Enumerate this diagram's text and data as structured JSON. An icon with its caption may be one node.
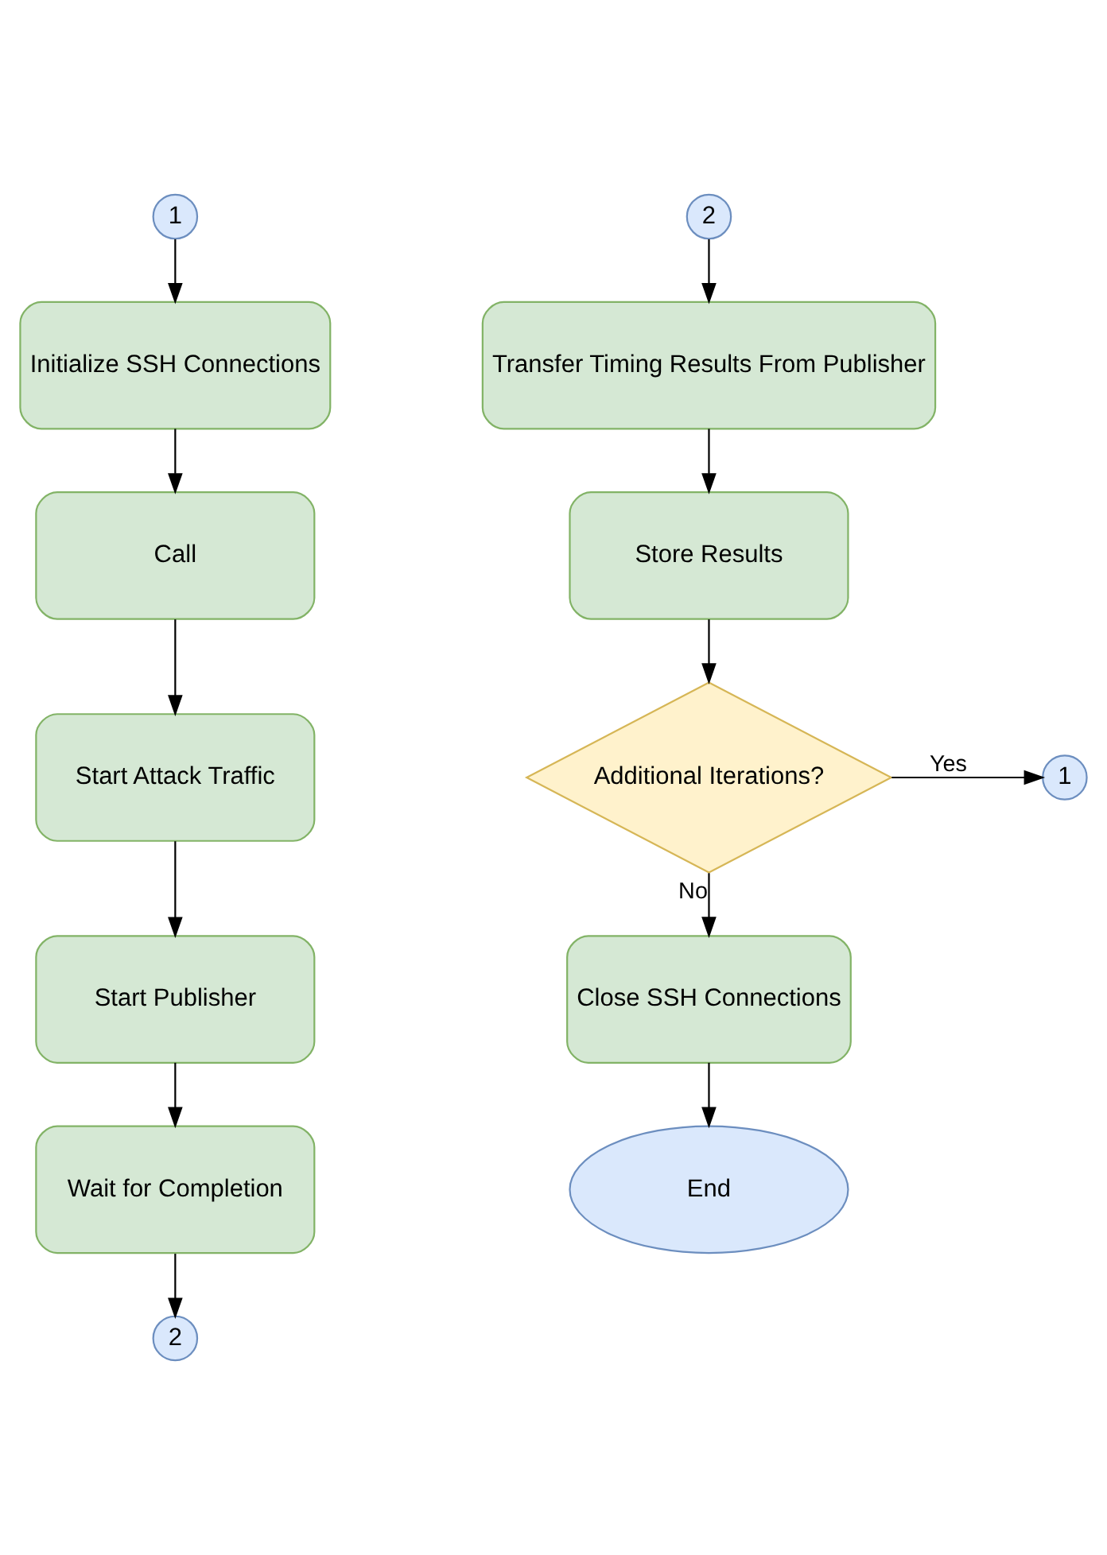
{
  "diagram": {
    "nodes": [
      {
        "text": [
          "1"
        ]
      },
      {
        "text": [
          "Initialize SSH Connections"
        ]
      },
      {
        "text": [
          "Call"
        ]
      },
      {
        "text": [
          "Start Attack Traffic"
        ]
      },
      {
        "text": [
          "Start Publisher"
        ]
      },
      {
        "text": [
          "Wait for Completion"
        ]
      },
      {
        "text": [
          "2"
        ]
      },
      {
        "text": [
          "2"
        ]
      },
      {
        "text": [
          "Transfer Timing Results From Publisher"
        ]
      },
      {
        "text": [
          "Store Results"
        ]
      },
      {
        "text": [
          "Additional Iterations?"
        ]
      },
      {
        "text": [
          "1"
        ]
      },
      {
        "text": [
          "Close SSH Connections"
        ]
      },
      {
        "text": [
          "End"
        ]
      }
    ],
    "edges": [
      {
        "from": 0,
        "to": 1,
        "arrow": "to"
      },
      {
        "from": 1,
        "to": 2,
        "arrow": "to"
      },
      {
        "from": 2,
        "to": 3,
        "arrow": "to"
      },
      {
        "from": 3,
        "to": 4,
        "arrow": "to"
      },
      {
        "from": 4,
        "to": 5,
        "arrow": "to"
      },
      {
        "from": 5,
        "to": 6,
        "arrow": "to"
      },
      {
        "from": 7,
        "to": 8,
        "arrow": "to"
      },
      {
        "from": 8,
        "to": 9,
        "arrow": "to"
      },
      {
        "from": 9,
        "to": 10,
        "arrow": "to"
      },
      {
        "from": 10,
        "to": 11,
        "arrow": "to",
        "label": "Yes"
      },
      {
        "from": 10,
        "to": 12,
        "arrow": "to",
        "label": "No"
      },
      {
        "from": 12,
        "to": 13,
        "arrow": "to"
      }
    ]
  }
}
